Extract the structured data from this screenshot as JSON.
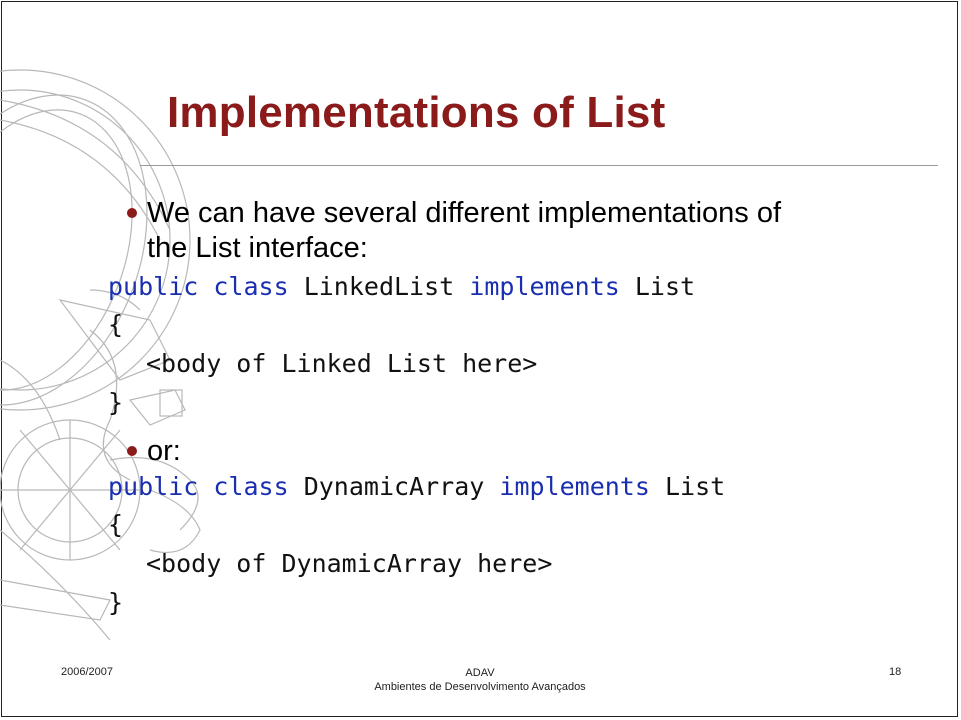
{
  "slide": {
    "title": "Implementations of List",
    "bullets": [
      {
        "line1": "We can have several different implementations of",
        "line2": "the List interface:"
      },
      {
        "line1": "or:"
      }
    ],
    "code_block_1": {
      "kw_public": "public",
      "kw_class": "class",
      "class_name": "LinkedList",
      "kw_implements": "implements",
      "iface": "List",
      "open_brace": "{",
      "body": "<body of Linked List here>",
      "close_brace": "}"
    },
    "code_block_2": {
      "kw_public": "public",
      "kw_class": "class",
      "class_name": "DynamicArray",
      "kw_implements": "implements",
      "iface": "List",
      "open_brace": "{",
      "body": "<body of DynamicArray here>",
      "close_brace": "}"
    }
  },
  "footer": {
    "date": "2006/2007",
    "course_code": "ADAV",
    "course_name": "Ambientes de Desenvolvimento Avançados",
    "page_number": "18"
  },
  "colors": {
    "title": "#8B1A1A",
    "bullet": "#8B1A1A",
    "keyword": "#1a2fb0",
    "text": "#000000"
  },
  "icons": {
    "decoration": "armillary-sphere-drawing",
    "bullet": "round-bullet"
  }
}
